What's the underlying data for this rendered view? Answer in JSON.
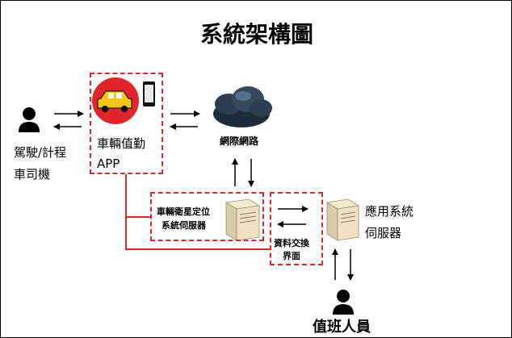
{
  "title": "系統架構圖",
  "nodes": {
    "driver": {
      "line1": "駕駛/計程",
      "line2": "車司機",
      "icon": "person-icon"
    },
    "app": {
      "line1": "車輛值勤",
      "line2": "APP",
      "icon": "taxi-phone-icon"
    },
    "internet": {
      "label": "網際網路",
      "icon": "cloud-icon"
    },
    "gps_server": {
      "line1": "車輛衛星定位",
      "line2": "系統伺服器",
      "icon": "server-icon"
    },
    "exchange": {
      "line1": "資料交換",
      "line2": "界面"
    },
    "app_server": {
      "line1": "應用系統",
      "line2": "伺服器",
      "icon": "server-icon"
    },
    "staff": {
      "label": "值班人員",
      "icon": "person-icon"
    }
  },
  "colors": {
    "accent": "#e0262b",
    "arrow": "#000000"
  }
}
